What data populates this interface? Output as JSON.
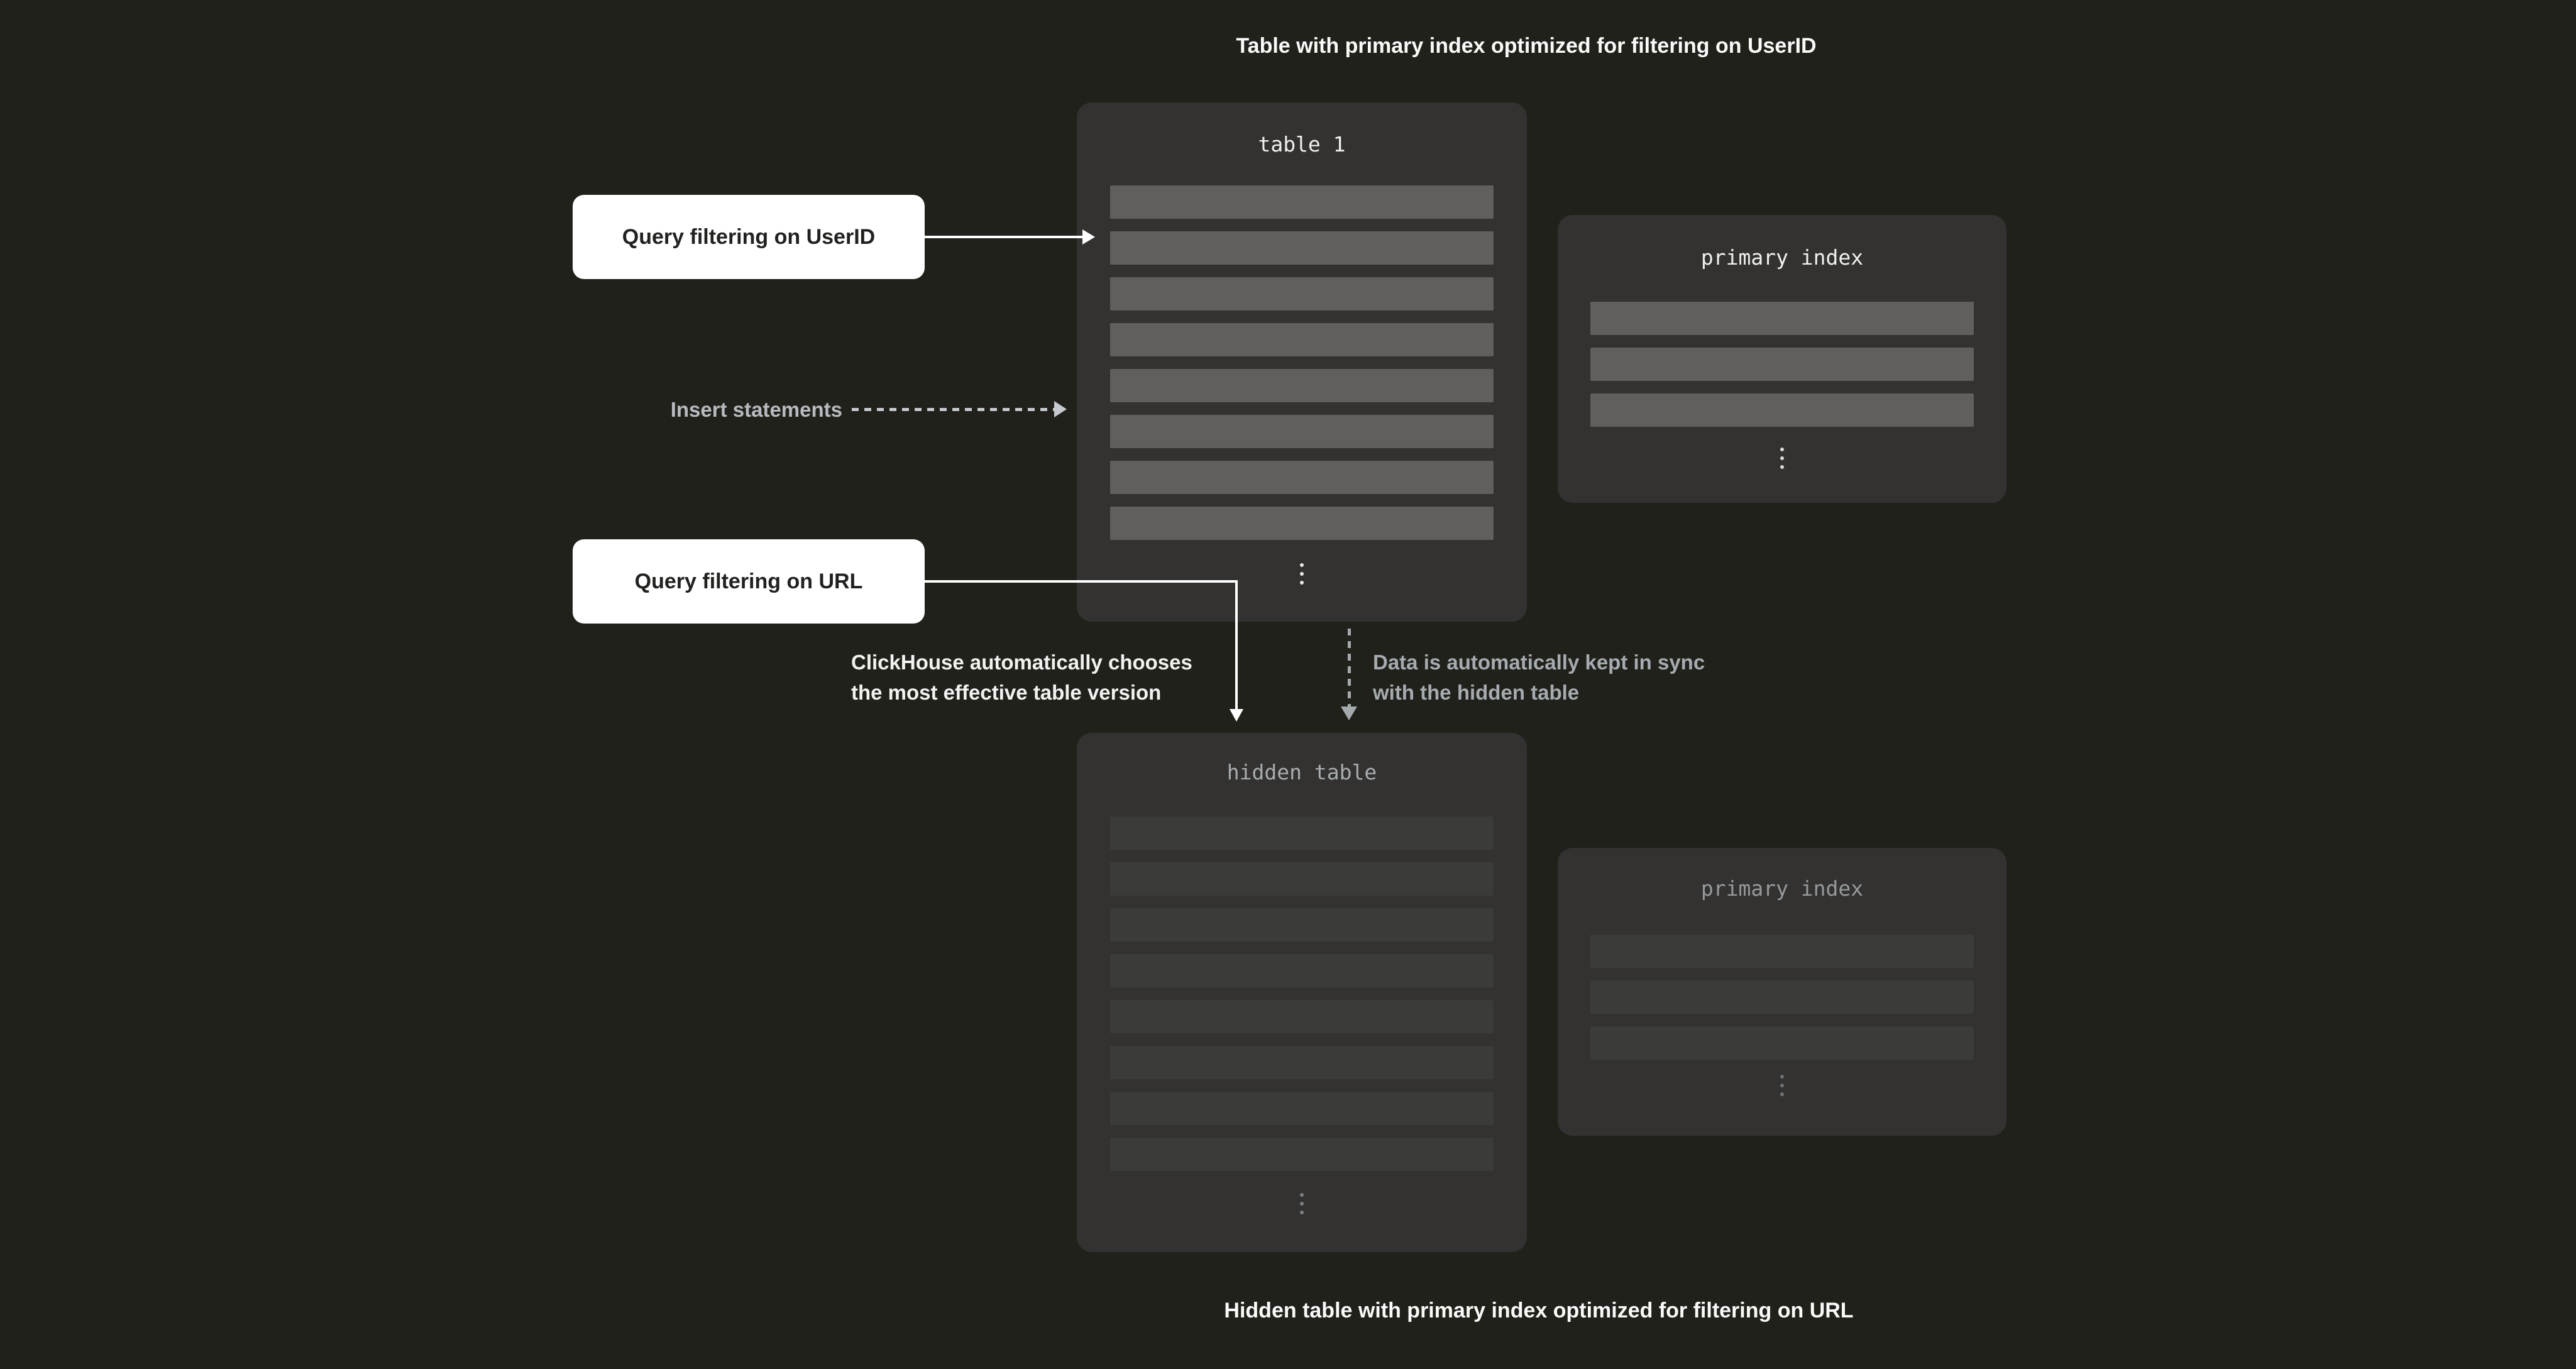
{
  "titles": {
    "top": "Table with primary index optimized for filtering on UserID",
    "bottom": "Hidden table with primary index optimized for filtering on URL"
  },
  "boxes": {
    "table1": {
      "title": "table 1",
      "row_count": 8
    },
    "primary_index_top": {
      "title": "primary index",
      "row_count": 3
    },
    "hidden_table": {
      "title": "hidden table",
      "row_count": 8
    },
    "primary_index_bottom": {
      "title": "primary index",
      "row_count": 3
    }
  },
  "labels": {
    "query_userid": "Query filtering on UserID",
    "query_url": "Query filtering on URL",
    "insert": "Insert statements",
    "choose_line1": "ClickHouse automatically chooses",
    "choose_line2": "the most effective table version",
    "sync_line1": "Data is automatically kept in sync",
    "sync_line2": "with the hidden table"
  },
  "icons": {
    "solid_arrow_right": "arrow-right",
    "dashed_arrow_right": "dashed-arrow-right",
    "elbow_arrow_down": "arrow-elbow-down",
    "dashed_arrow_down": "dashed-arrow-down",
    "ellipsis_vertical": "vertical-ellipsis"
  },
  "colors": {
    "background": "#20211B",
    "panel": "#333231",
    "row_bright": "#605F5E",
    "row_dim": "#3B3B39",
    "card_bg": "#FFFFFF",
    "card_text": "#22211F",
    "title_text": "#FAFAF9",
    "mono_bright": "#F0F0EE",
    "mono_dim": "#A9ACAE",
    "mono_dimmer": "#96999B",
    "annotation_white": "#F2F2F0",
    "annotation_gray": "#A6ABB0",
    "annotation_insert": "#B7BBC0",
    "arrow_white": "#FFFFFF",
    "arrow_light_gray": "#C6CACE",
    "arrow_gray": "#A4A9AE"
  }
}
